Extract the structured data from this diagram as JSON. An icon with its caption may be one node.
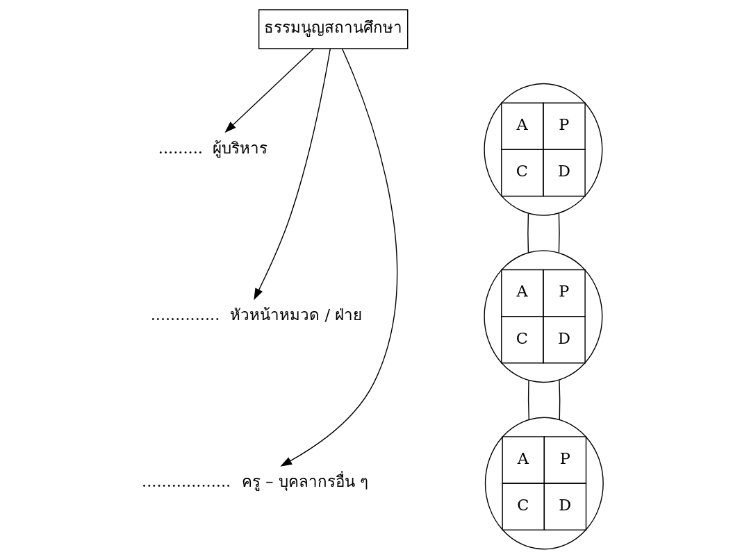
{
  "diagram": {
    "nodes": [
      {
        "text": [
          "ธรรมนูญสถานศึกษา"
        ]
      },
      {
        "text": [
          ".........",
          "ผู้บริหาร"
        ]
      },
      {
        "text": [
          "..............",
          "หัวหน้าหมวด / ฝ่าย"
        ]
      },
      {
        "text": [
          "..................",
          "ครู – บุคลากรอื่น ๆ"
        ]
      },
      {
        "text": [
          "A",
          "P",
          "C",
          "D"
        ]
      },
      {
        "text": [
          "A",
          "P",
          "C",
          "D"
        ]
      },
      {
        "text": [
          "A",
          "P",
          "C",
          "D"
        ]
      }
    ],
    "edges": [
      {
        "from": 0,
        "to": 1,
        "arrow": "to"
      },
      {
        "from": 0,
        "to": 2,
        "arrow": "to"
      },
      {
        "from": 0,
        "to": 3,
        "arrow": "to"
      },
      {
        "from": 4,
        "to": 5,
        "arrow": "none"
      },
      {
        "from": 4,
        "to": 5,
        "arrow": "none"
      },
      {
        "from": 5,
        "to": 6,
        "arrow": "none"
      },
      {
        "from": 5,
        "to": 6,
        "arrow": "none"
      }
    ]
  }
}
